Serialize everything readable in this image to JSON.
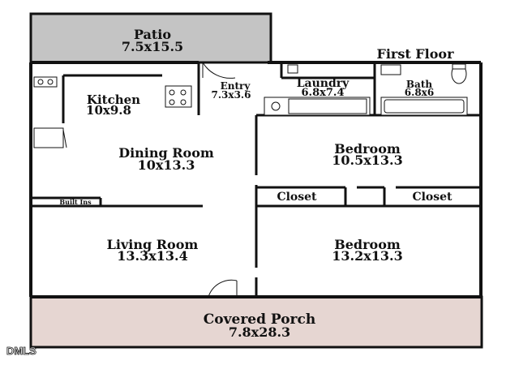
{
  "plan": {
    "title": "First Floor",
    "watermark": "DMLS"
  },
  "rooms": {
    "patio": {
      "name": "Patio",
      "dims": "7.5x15.5"
    },
    "entry": {
      "name": "Entry",
      "dims": "7.3x3.6"
    },
    "laundry": {
      "name": "Laundry",
      "dims": "6.8x7.4"
    },
    "bath": {
      "name": "Bath",
      "dims": "6.8x6"
    },
    "kitchen": {
      "name": "Kitchen",
      "dims": "10x9.8"
    },
    "dining": {
      "name": "Dining Room",
      "dims": "10x13.3"
    },
    "bedroom1": {
      "name": "Bedroom",
      "dims": "10.5x13.3"
    },
    "closet1": {
      "name": "Closet"
    },
    "closet2": {
      "name": "Closet"
    },
    "builtins": {
      "name": "Built Ins"
    },
    "living": {
      "name": "Living Room",
      "dims": "13.3x13.4"
    },
    "bedroom2": {
      "name": "Bedroom",
      "dims": "13.2x13.3"
    },
    "porch": {
      "name": "Covered Porch",
      "dims": "7.8x28.3"
    }
  },
  "colors": {
    "patio_fill": "#c4c4c4",
    "porch_fill": "#e6d6d2",
    "wall": "#111111"
  }
}
